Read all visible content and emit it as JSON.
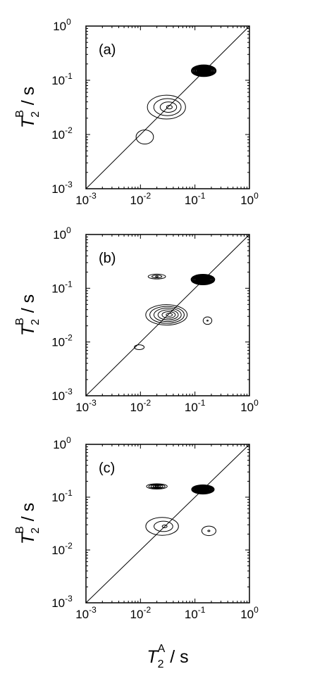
{
  "chart_data": [
    {
      "type": "contour",
      "panel_label": "(a)",
      "x_scale": "log",
      "y_scale": "log",
      "xlim": [
        0.001,
        1
      ],
      "ylim": [
        0.001,
        1
      ],
      "xticks": [
        {
          "value": 0.001,
          "base": "10",
          "exp": "-3"
        },
        {
          "value": 0.01,
          "base": "10",
          "exp": "-2"
        },
        {
          "value": 0.1,
          "base": "10",
          "exp": "-1"
        },
        {
          "value": 1,
          "base": "10",
          "exp": "0"
        }
      ],
      "yticks": [
        {
          "value": 0.001,
          "base": "10",
          "exp": "-3"
        },
        {
          "value": 0.01,
          "base": "10",
          "exp": "-2"
        },
        {
          "value": 0.1,
          "base": "10",
          "exp": "-1"
        },
        {
          "value": 1,
          "base": "10",
          "exp": "0"
        }
      ],
      "ylabel": {
        "symbol": "T",
        "sub": "2",
        "sup": "B",
        "unit": " / s"
      },
      "diagonal": {
        "from": [
          0.001,
          0.001
        ],
        "to": [
          1,
          1
        ]
      },
      "peaks": [
        {
          "x": 0.145,
          "y": 0.15,
          "rx_decades": 0.22,
          "ry_decades": 0.1,
          "rings": 7,
          "dense": true
        },
        {
          "x": 0.03,
          "y": 0.032,
          "rx_decades": 0.35,
          "ry_decades": 0.22,
          "rings": 4,
          "skew": 0.4,
          "dense": false
        },
        {
          "x": 0.012,
          "y": 0.009,
          "rx_decades": 0.16,
          "ry_decades": 0.13,
          "rings": 1,
          "dense": false
        }
      ]
    },
    {
      "type": "contour",
      "panel_label": "(b)",
      "x_scale": "log",
      "y_scale": "log",
      "xlim": [
        0.001,
        1
      ],
      "ylim": [
        0.001,
        1
      ],
      "xticks": [
        {
          "value": 0.001,
          "base": "10",
          "exp": "-3"
        },
        {
          "value": 0.01,
          "base": "10",
          "exp": "-2"
        },
        {
          "value": 0.1,
          "base": "10",
          "exp": "-1"
        },
        {
          "value": 1,
          "base": "10",
          "exp": "0"
        }
      ],
      "yticks": [
        {
          "value": 0.001,
          "base": "10",
          "exp": "-3"
        },
        {
          "value": 0.01,
          "base": "10",
          "exp": "-2"
        },
        {
          "value": 0.1,
          "base": "10",
          "exp": "-1"
        },
        {
          "value": 1,
          "base": "10",
          "exp": "0"
        }
      ],
      "ylabel": {
        "symbol": "T",
        "sub": "2",
        "sup": "B",
        "unit": " / s"
      },
      "diagonal": {
        "from": [
          0.001,
          0.001
        ],
        "to": [
          1,
          1
        ]
      },
      "peaks": [
        {
          "x": 0.02,
          "y": 0.165,
          "rx_decades": 0.16,
          "ry_decades": 0.045,
          "rings": 3,
          "dense": false
        },
        {
          "x": 0.14,
          "y": 0.145,
          "rx_decades": 0.21,
          "ry_decades": 0.09,
          "rings": 7,
          "dense": true
        },
        {
          "x": 0.03,
          "y": 0.032,
          "rx_decades": 0.38,
          "ry_decades": 0.19,
          "rings": 6,
          "skew": 0.35,
          "dense": false
        },
        {
          "x": 0.17,
          "y": 0.025,
          "rx_decades": 0.08,
          "ry_decades": 0.07,
          "rings": 2,
          "dense": false
        },
        {
          "x": 0.0095,
          "y": 0.008,
          "rx_decades": 0.09,
          "ry_decades": 0.045,
          "rings": 1,
          "dense": false
        }
      ]
    },
    {
      "type": "contour",
      "panel_label": "(c)",
      "x_scale": "log",
      "y_scale": "log",
      "xlim": [
        0.001,
        1
      ],
      "ylim": [
        0.001,
        1
      ],
      "xticks": [
        {
          "value": 0.001,
          "base": "10",
          "exp": "-3"
        },
        {
          "value": 0.01,
          "base": "10",
          "exp": "-2"
        },
        {
          "value": 0.1,
          "base": "10",
          "exp": "-1"
        },
        {
          "value": 1,
          "base": "10",
          "exp": "0"
        }
      ],
      "yticks": [
        {
          "value": 0.001,
          "base": "10",
          "exp": "-3"
        },
        {
          "value": 0.01,
          "base": "10",
          "exp": "-2"
        },
        {
          "value": 0.1,
          "base": "10",
          "exp": "-1"
        },
        {
          "value": 1,
          "base": "10",
          "exp": "0"
        }
      ],
      "ylabel": {
        "symbol": "T",
        "sub": "2",
        "sup": "B",
        "unit": " / s"
      },
      "xlabel": {
        "symbol": "T",
        "sub": "2",
        "sup": "A",
        "unit": " / s"
      },
      "diagonal": {
        "from": [
          0.001,
          0.001
        ],
        "to": [
          1,
          1
        ]
      },
      "peaks": [
        {
          "x": 0.02,
          "y": 0.16,
          "rx_decades": 0.19,
          "ry_decades": 0.05,
          "rings": 5,
          "dense": false
        },
        {
          "x": 0.14,
          "y": 0.14,
          "rx_decades": 0.2,
          "ry_decades": 0.08,
          "rings": 7,
          "dense": true
        },
        {
          "x": 0.025,
          "y": 0.028,
          "rx_decades": 0.3,
          "ry_decades": 0.17,
          "rings": 3,
          "skew": 0.4,
          "dense": false
        },
        {
          "x": 0.18,
          "y": 0.023,
          "rx_decades": 0.13,
          "ry_decades": 0.09,
          "rings": 2,
          "dense": false
        }
      ]
    }
  ]
}
